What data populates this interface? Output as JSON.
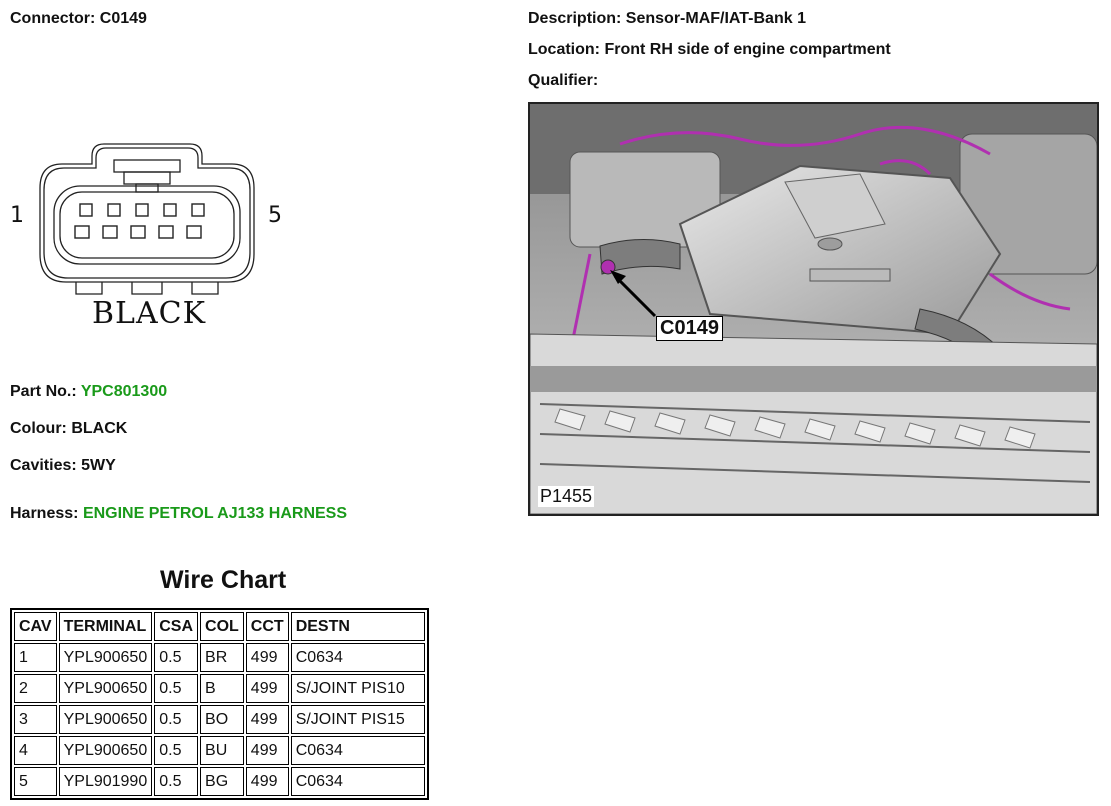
{
  "header": {
    "connector_label": "Connector:",
    "connector_value": "C0149",
    "description_label": "Description:",
    "description_value": "Sensor-MAF/IAT-Bank 1",
    "location_label": "Location:",
    "location_value": "Front RH side of engine compartment",
    "qualifier_label": "Qualifier:",
    "qualifier_value": ""
  },
  "connector_diagram": {
    "pin_left": "1",
    "pin_right": "5",
    "color_label": "BLACK",
    "icon": "connector-face-5-cavity-icon"
  },
  "details": {
    "part_label": "Part No.:",
    "part_value": "YPC801300",
    "colour_label": "Colour:",
    "colour_value": "BLACK",
    "cavities_label": "Cavities:",
    "cavities_value": "5WY",
    "harness_label": "Harness:",
    "harness_value": "ENGINE PETROL AJ133 HARNESS",
    "link_color": "#1a9a1a"
  },
  "wire_chart": {
    "title": "Wire Chart",
    "headers": [
      "CAV",
      "TERMINAL",
      "CSA",
      "COL",
      "CCT",
      "DESTN"
    ],
    "rows": [
      [
        "1",
        "YPL900650",
        "0.5",
        "BR",
        "499",
        "C0634"
      ],
      [
        "2",
        "YPL900650",
        "0.5",
        "B",
        "499",
        "S/JOINT PIS10"
      ],
      [
        "3",
        "YPL900650",
        "0.5",
        "BO",
        "499",
        "S/JOINT PIS15"
      ],
      [
        "4",
        "YPL900650",
        "0.5",
        "BU",
        "499",
        "C0634"
      ],
      [
        "5",
        "YPL901990",
        "0.5",
        "BG",
        "499",
        "C0634"
      ]
    ]
  },
  "photo": {
    "callout": "C0149",
    "ref": "P1455",
    "harness_color": "#b030b0"
  }
}
